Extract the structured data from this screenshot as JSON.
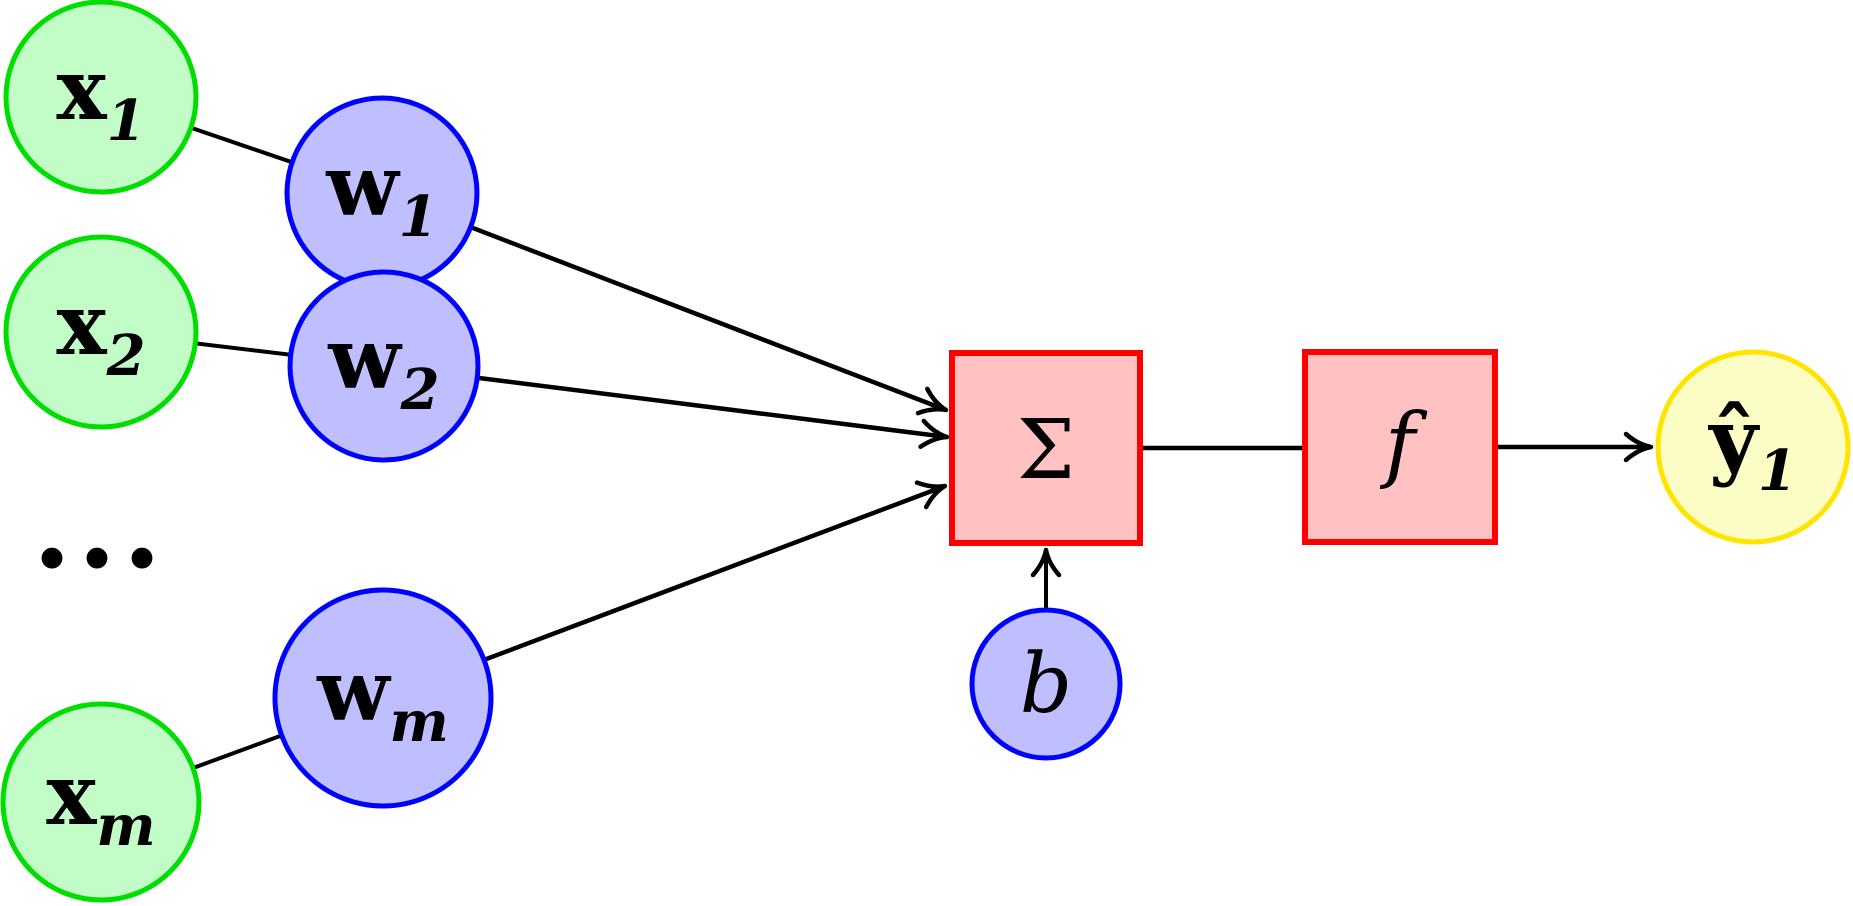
{
  "diagram": {
    "type": "neural-network-perceptron",
    "description": "Single artificial neuron: inputs x1..xm multiplied by weights w1..wm, summed with bias b, passed through activation f to produce output y-hat 1",
    "nodes": {
      "x1": {
        "label": "x",
        "sub": "1",
        "role": "input"
      },
      "x2": {
        "label": "x",
        "sub": "2",
        "role": "input"
      },
      "xm": {
        "label": "x",
        "sub": "m",
        "role": "input"
      },
      "w1": {
        "label": "w",
        "sub": "1",
        "role": "weight"
      },
      "w2": {
        "label": "w",
        "sub": "2",
        "role": "weight"
      },
      "wm": {
        "label": "w",
        "sub": "m",
        "role": "weight"
      },
      "sum": {
        "label": "Σ",
        "role": "summation"
      },
      "bias": {
        "label": "b",
        "role": "bias"
      },
      "activation": {
        "label": "f",
        "role": "activation-function"
      },
      "y1": {
        "label": "ŷ",
        "sub": "1",
        "role": "output"
      }
    },
    "ellipsis": {
      "text": "···"
    },
    "edges": [
      {
        "from": "x1",
        "to": "w1",
        "arrow": false
      },
      {
        "from": "x2",
        "to": "w2",
        "arrow": false
      },
      {
        "from": "xm",
        "to": "wm",
        "arrow": false
      },
      {
        "from": "w1",
        "to": "sum",
        "arrow": true
      },
      {
        "from": "w2",
        "to": "sum",
        "arrow": true
      },
      {
        "from": "wm",
        "to": "sum",
        "arrow": true
      },
      {
        "from": "bias",
        "to": "sum",
        "arrow": true
      },
      {
        "from": "sum",
        "to": "activation",
        "arrow": false
      },
      {
        "from": "activation",
        "to": "y1",
        "arrow": true
      }
    ],
    "colors": {
      "input_fill": "#c2fcc6",
      "input_stroke": "#00dd00",
      "weight_fill": "#bfbfff",
      "weight_stroke": "#0000ff",
      "op_fill": "#ffc1c1",
      "op_stroke": "#ff0000",
      "output_fill": "#fcfcc5",
      "output_stroke": "#ffe400",
      "edge": "#000000",
      "text": "#000000",
      "background": "#ffffff"
    }
  }
}
